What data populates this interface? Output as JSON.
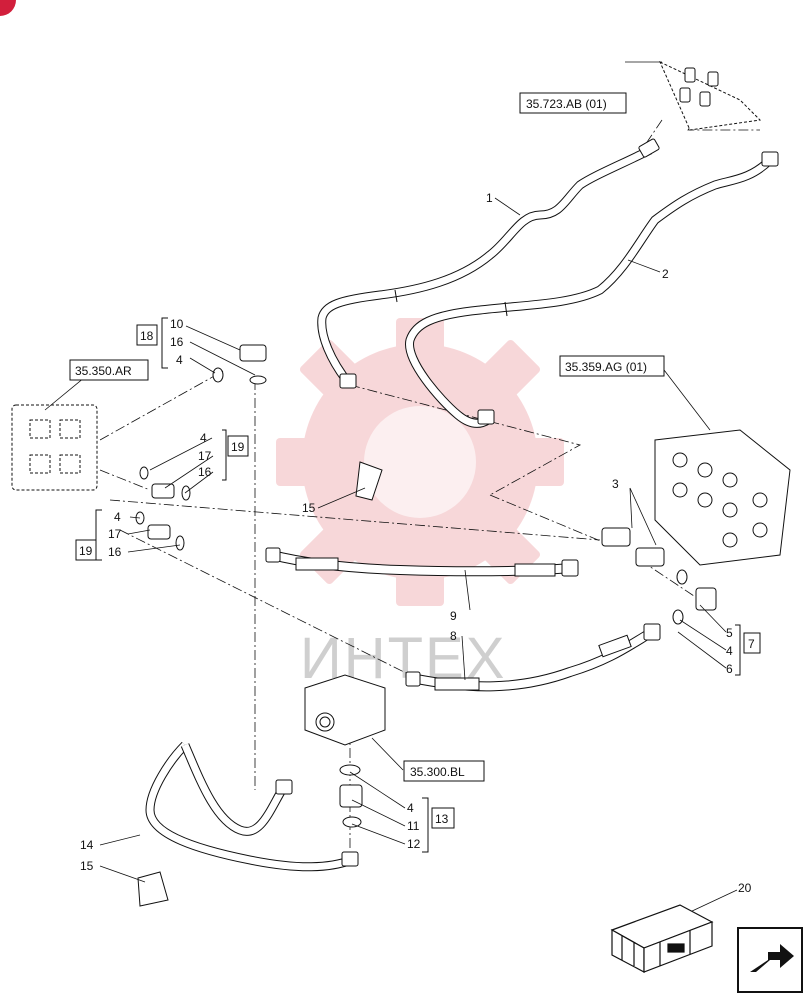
{
  "watermark": {
    "text": "ИНТЕХ",
    "color": "#f2b8bb"
  },
  "colors": {
    "line": "#111111",
    "badge": "#d21f3c"
  },
  "references": [
    {
      "id": "ref-35-723-ab",
      "label": "35.723.AB (01)"
    },
    {
      "id": "ref-35-350-ar",
      "label": "35.350.AR"
    },
    {
      "id": "ref-35-359-ag",
      "label": "35.359.AG (01)"
    },
    {
      "id": "ref-35-300-bl",
      "label": "35.300.BL"
    }
  ],
  "group_boxes": {
    "g18": "18",
    "g19a": "19",
    "g19b": "19",
    "g7": "7",
    "g13": "13"
  },
  "callouts": {
    "c1": "1",
    "c2": "2",
    "c3": "3",
    "c10": "10",
    "c16a": "16",
    "c4a": "4",
    "c4b": "4",
    "c17b": "17",
    "c16b": "16",
    "c4c": "4",
    "c17c": "17",
    "c16c": "16",
    "c15a": "15",
    "c9": "9",
    "c8": "8",
    "c5": "5",
    "c4d": "4",
    "c6": "6",
    "c4e": "4",
    "c11": "11",
    "c12": "12",
    "c14": "14",
    "c15b": "15",
    "c20": "20"
  },
  "icons": {
    "next_page": "arrow-next-icon",
    "kit": "crate-icon",
    "corner": "corner-badge-icon"
  }
}
